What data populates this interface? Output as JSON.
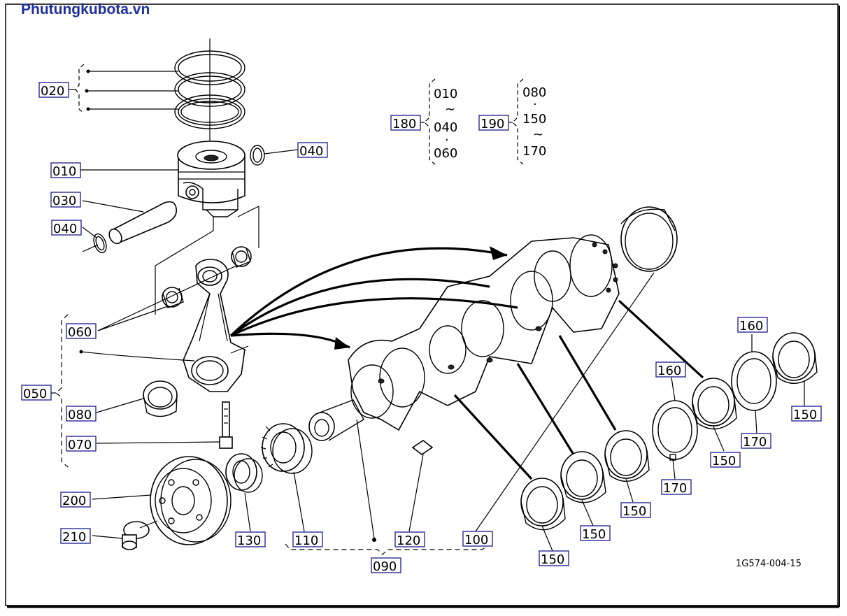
{
  "watermark": "Phutungkubota.vn",
  "drawing_code": "1G574-004-15",
  "parts": [
    {
      "id": "p010",
      "label": "010"
    },
    {
      "id": "p020",
      "label": "020"
    },
    {
      "id": "p030",
      "label": "030"
    },
    {
      "id": "p040a",
      "label": "040"
    },
    {
      "id": "p040b",
      "label": "040"
    },
    {
      "id": "p050",
      "label": "050"
    },
    {
      "id": "p060",
      "label": "060"
    },
    {
      "id": "p070",
      "label": "070"
    },
    {
      "id": "p080",
      "label": "080"
    },
    {
      "id": "p090",
      "label": "090"
    },
    {
      "id": "p100",
      "label": "100"
    },
    {
      "id": "p110",
      "label": "110"
    },
    {
      "id": "p120",
      "label": "120"
    },
    {
      "id": "p130",
      "label": "130"
    },
    {
      "id": "p150a",
      "label": "150"
    },
    {
      "id": "p150b",
      "label": "150"
    },
    {
      "id": "p150c",
      "label": "150"
    },
    {
      "id": "p150d",
      "label": "150"
    },
    {
      "id": "p150e",
      "label": "150"
    },
    {
      "id": "p160a",
      "label": "160"
    },
    {
      "id": "p160b",
      "label": "160"
    },
    {
      "id": "p170a",
      "label": "170"
    },
    {
      "id": "p170b",
      "label": "170"
    },
    {
      "id": "p180",
      "label": "180"
    },
    {
      "id": "p190",
      "label": "190"
    },
    {
      "id": "p200",
      "label": "200"
    },
    {
      "id": "p210",
      "label": "210"
    }
  ],
  "set_180": {
    "items": [
      "010",
      "~",
      "040",
      "·",
      "060"
    ]
  },
  "set_190": {
    "items": [
      "080",
      "·",
      "150",
      "~",
      "170"
    ]
  }
}
